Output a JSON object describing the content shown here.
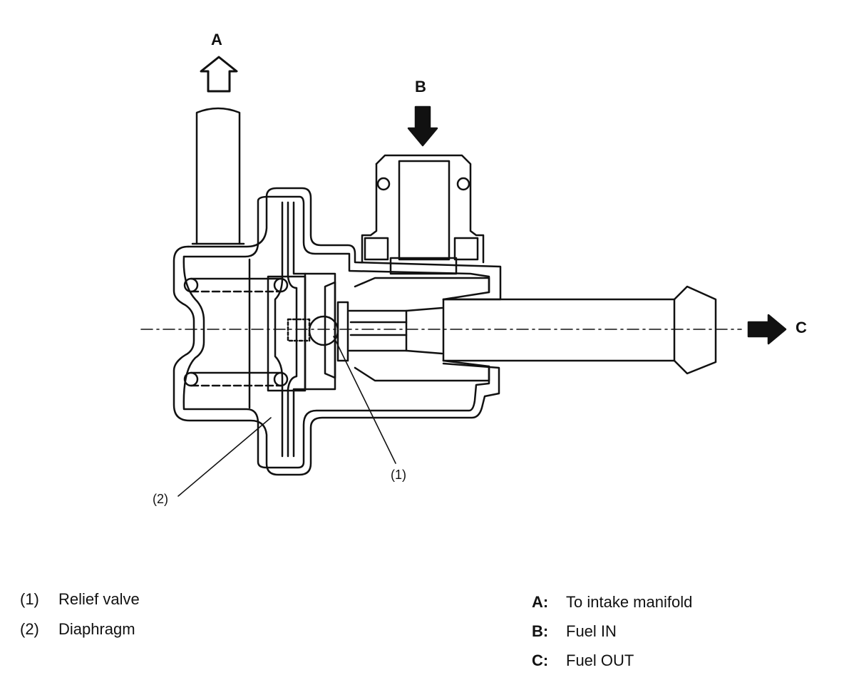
{
  "diagram": {
    "ports": {
      "a": "A",
      "b": "B",
      "c": "C"
    },
    "callouts": {
      "relief_valve": "(1)",
      "diaphragm": "(2)"
    }
  },
  "legend": {
    "parts": [
      {
        "key": "(1)",
        "text": "Relief valve"
      },
      {
        "key": "(2)",
        "text": "Diaphragm"
      }
    ],
    "flows": [
      {
        "key": "A:",
        "text": "To intake manifold"
      },
      {
        "key": "B:",
        "text": "Fuel IN"
      },
      {
        "key": "C:",
        "text": "Fuel OUT"
      }
    ]
  }
}
